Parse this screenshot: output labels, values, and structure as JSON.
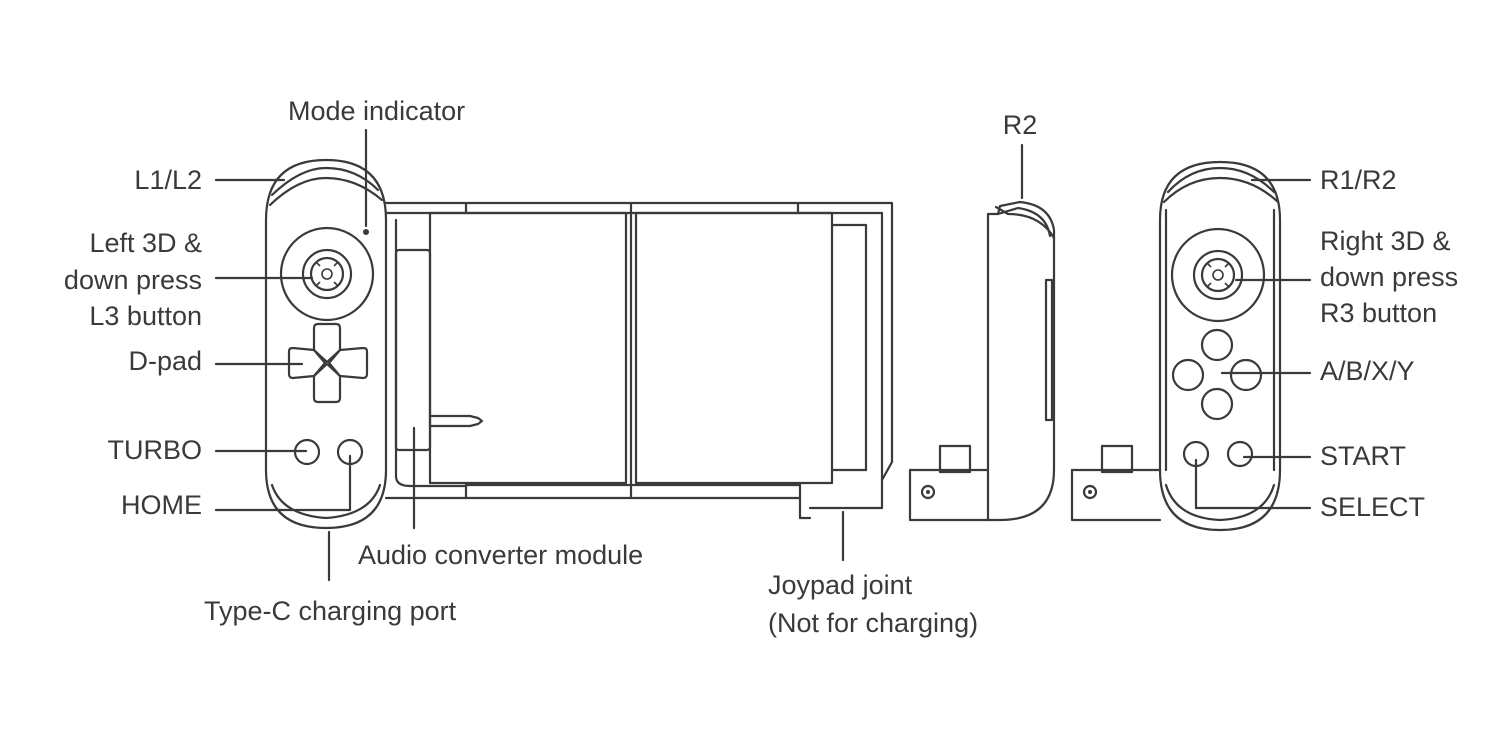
{
  "labels": {
    "mode_indicator": "Mode indicator",
    "l1_l2": "L1/L2",
    "left_3d_line1": "Left 3D &",
    "left_3d_line2": "down press",
    "left_3d_line3": "L3 button",
    "dpad": "D-pad",
    "turbo": "TURBO",
    "home": "HOME",
    "type_c": "Type-C charging port",
    "audio_converter": "Audio converter module",
    "r2": "R2",
    "joypad_joint_line1": "Joypad joint",
    "joypad_joint_line2": "(Not for charging)",
    "r1_r2": "R1/R2",
    "right_3d_line1": "Right 3D &",
    "right_3d_line2": "down press",
    "right_3d_line3": "R3 button",
    "abxy": "A/B/X/Y",
    "start": "START",
    "select": "SELECT"
  },
  "colors": {
    "line": "#3a3a3a",
    "background": "#ffffff"
  }
}
